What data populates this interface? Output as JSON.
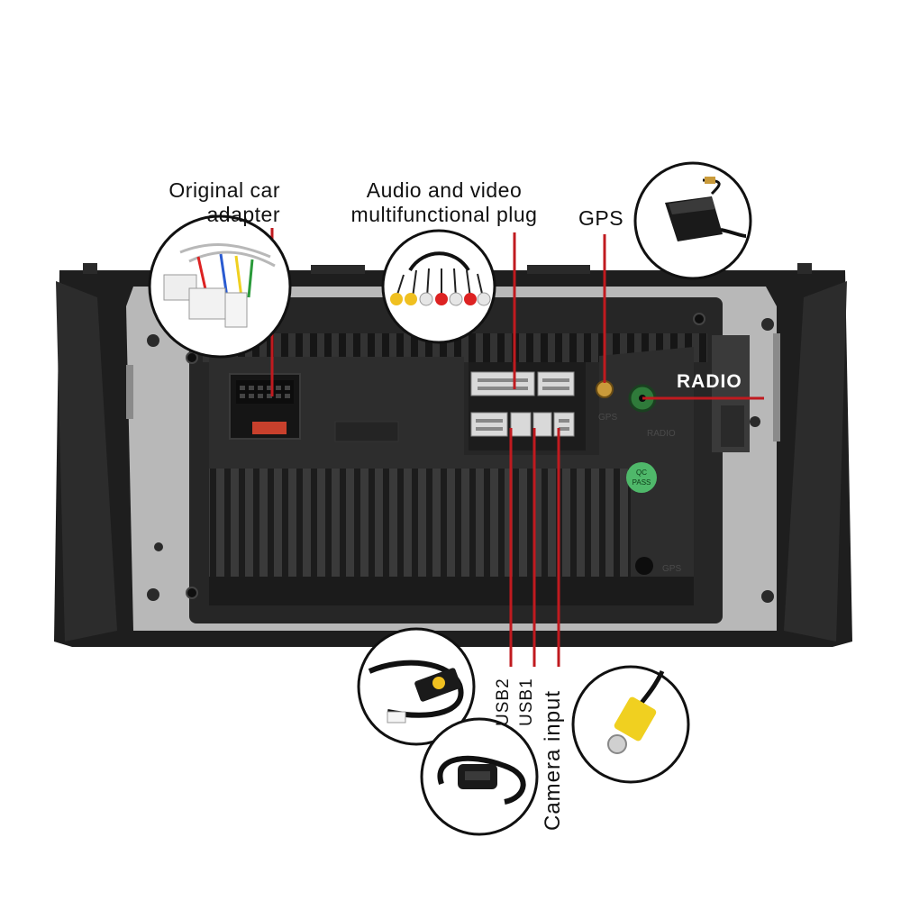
{
  "labels": {
    "original_adapter": [
      "Original car",
      "adapter"
    ],
    "av_plug": [
      "Audio and video",
      "multifunctional plug"
    ],
    "gps": "GPS",
    "radio": "RADIO",
    "usb2": "USB2",
    "usb1": "USB1",
    "camera": "Camera input"
  },
  "unit_marks": {
    "qc": [
      "QC",
      "PASS"
    ],
    "radio_port": "RADIO",
    "gps_port": "GPS"
  },
  "colors": {
    "callout_line": "#c01a1f",
    "frame": "#1e1e1e",
    "plate": "#b7b7b7",
    "body": "#2a2a2a"
  },
  "icons": [
    "wiring-harness-icon",
    "rca-cable-icon",
    "gps-antenna-icon",
    "usb-cable-icon",
    "usb-plug-icon",
    "rca-yellow-plug-icon"
  ]
}
